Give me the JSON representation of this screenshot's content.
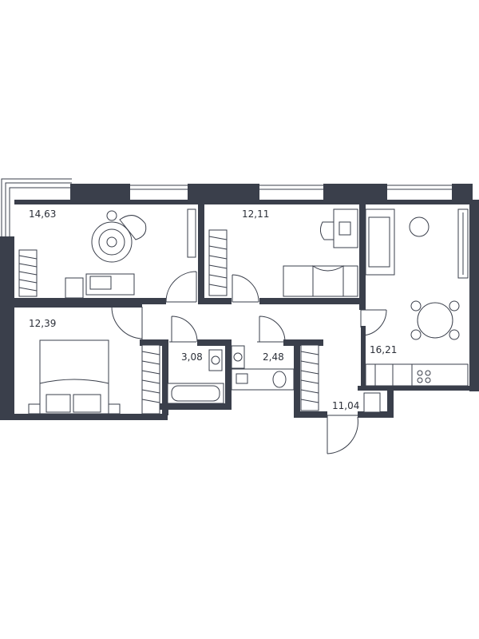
{
  "plan": {
    "rooms": [
      {
        "id": "bedroom-1",
        "area": "14,63"
      },
      {
        "id": "bedroom-2",
        "area": "12,11"
      },
      {
        "id": "bedroom-3",
        "area": "12,39"
      },
      {
        "id": "bathroom",
        "area": "3,08"
      },
      {
        "id": "toilet",
        "area": "2,48"
      },
      {
        "id": "kitchen-living",
        "area": "16,21"
      },
      {
        "id": "hallway",
        "area": "11,04"
      }
    ],
    "colors": {
      "wall": "#3a3f4b",
      "background": "#ffffff"
    }
  }
}
